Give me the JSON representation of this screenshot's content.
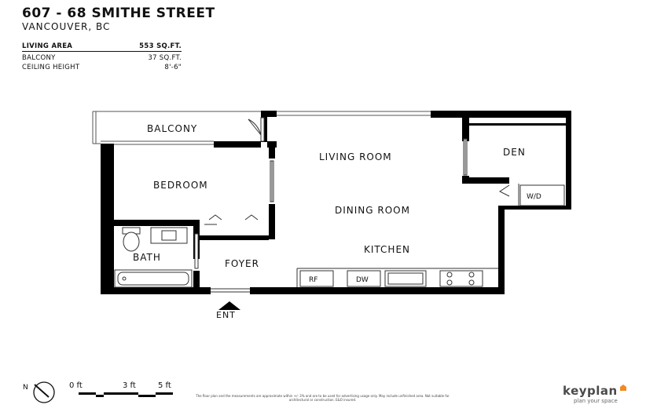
{
  "header": {
    "title": "607 - 68 SMITHE STREET",
    "subtitle": "VANCOUVER, BC"
  },
  "stats": [
    {
      "label": "LIVING AREA",
      "value": "553 SQ.FT."
    },
    {
      "label": "BALCONY",
      "value": "37 SQ.FT."
    },
    {
      "label": "CEILING HEIGHT",
      "value": "8'-6\""
    }
  ],
  "rooms": {
    "balcony": "BALCONY",
    "bedroom": "BEDROOM",
    "bath": "BATH",
    "foyer": "FOYER",
    "living": "LIVING ROOM",
    "dining": "DINING ROOM",
    "kitchen": "KITCHEN",
    "den": "DEN",
    "washer_dryer": "W/D",
    "fridge": "RF",
    "dishwasher": "DW",
    "entrance": "ENT"
  },
  "scale": {
    "north": "N",
    "labels": [
      "0 ft",
      "3 ft",
      "5 ft"
    ]
  },
  "disclaimer": "The floor plan and the measurements are approximate within +/- 3% and are to be used for advertising usage only. May include unfinished area. Not suitable for architectural or construction. E&O insured.",
  "logo": {
    "name": "keyplan",
    "tagline": "plan your space",
    "accent": "#f08a24"
  }
}
